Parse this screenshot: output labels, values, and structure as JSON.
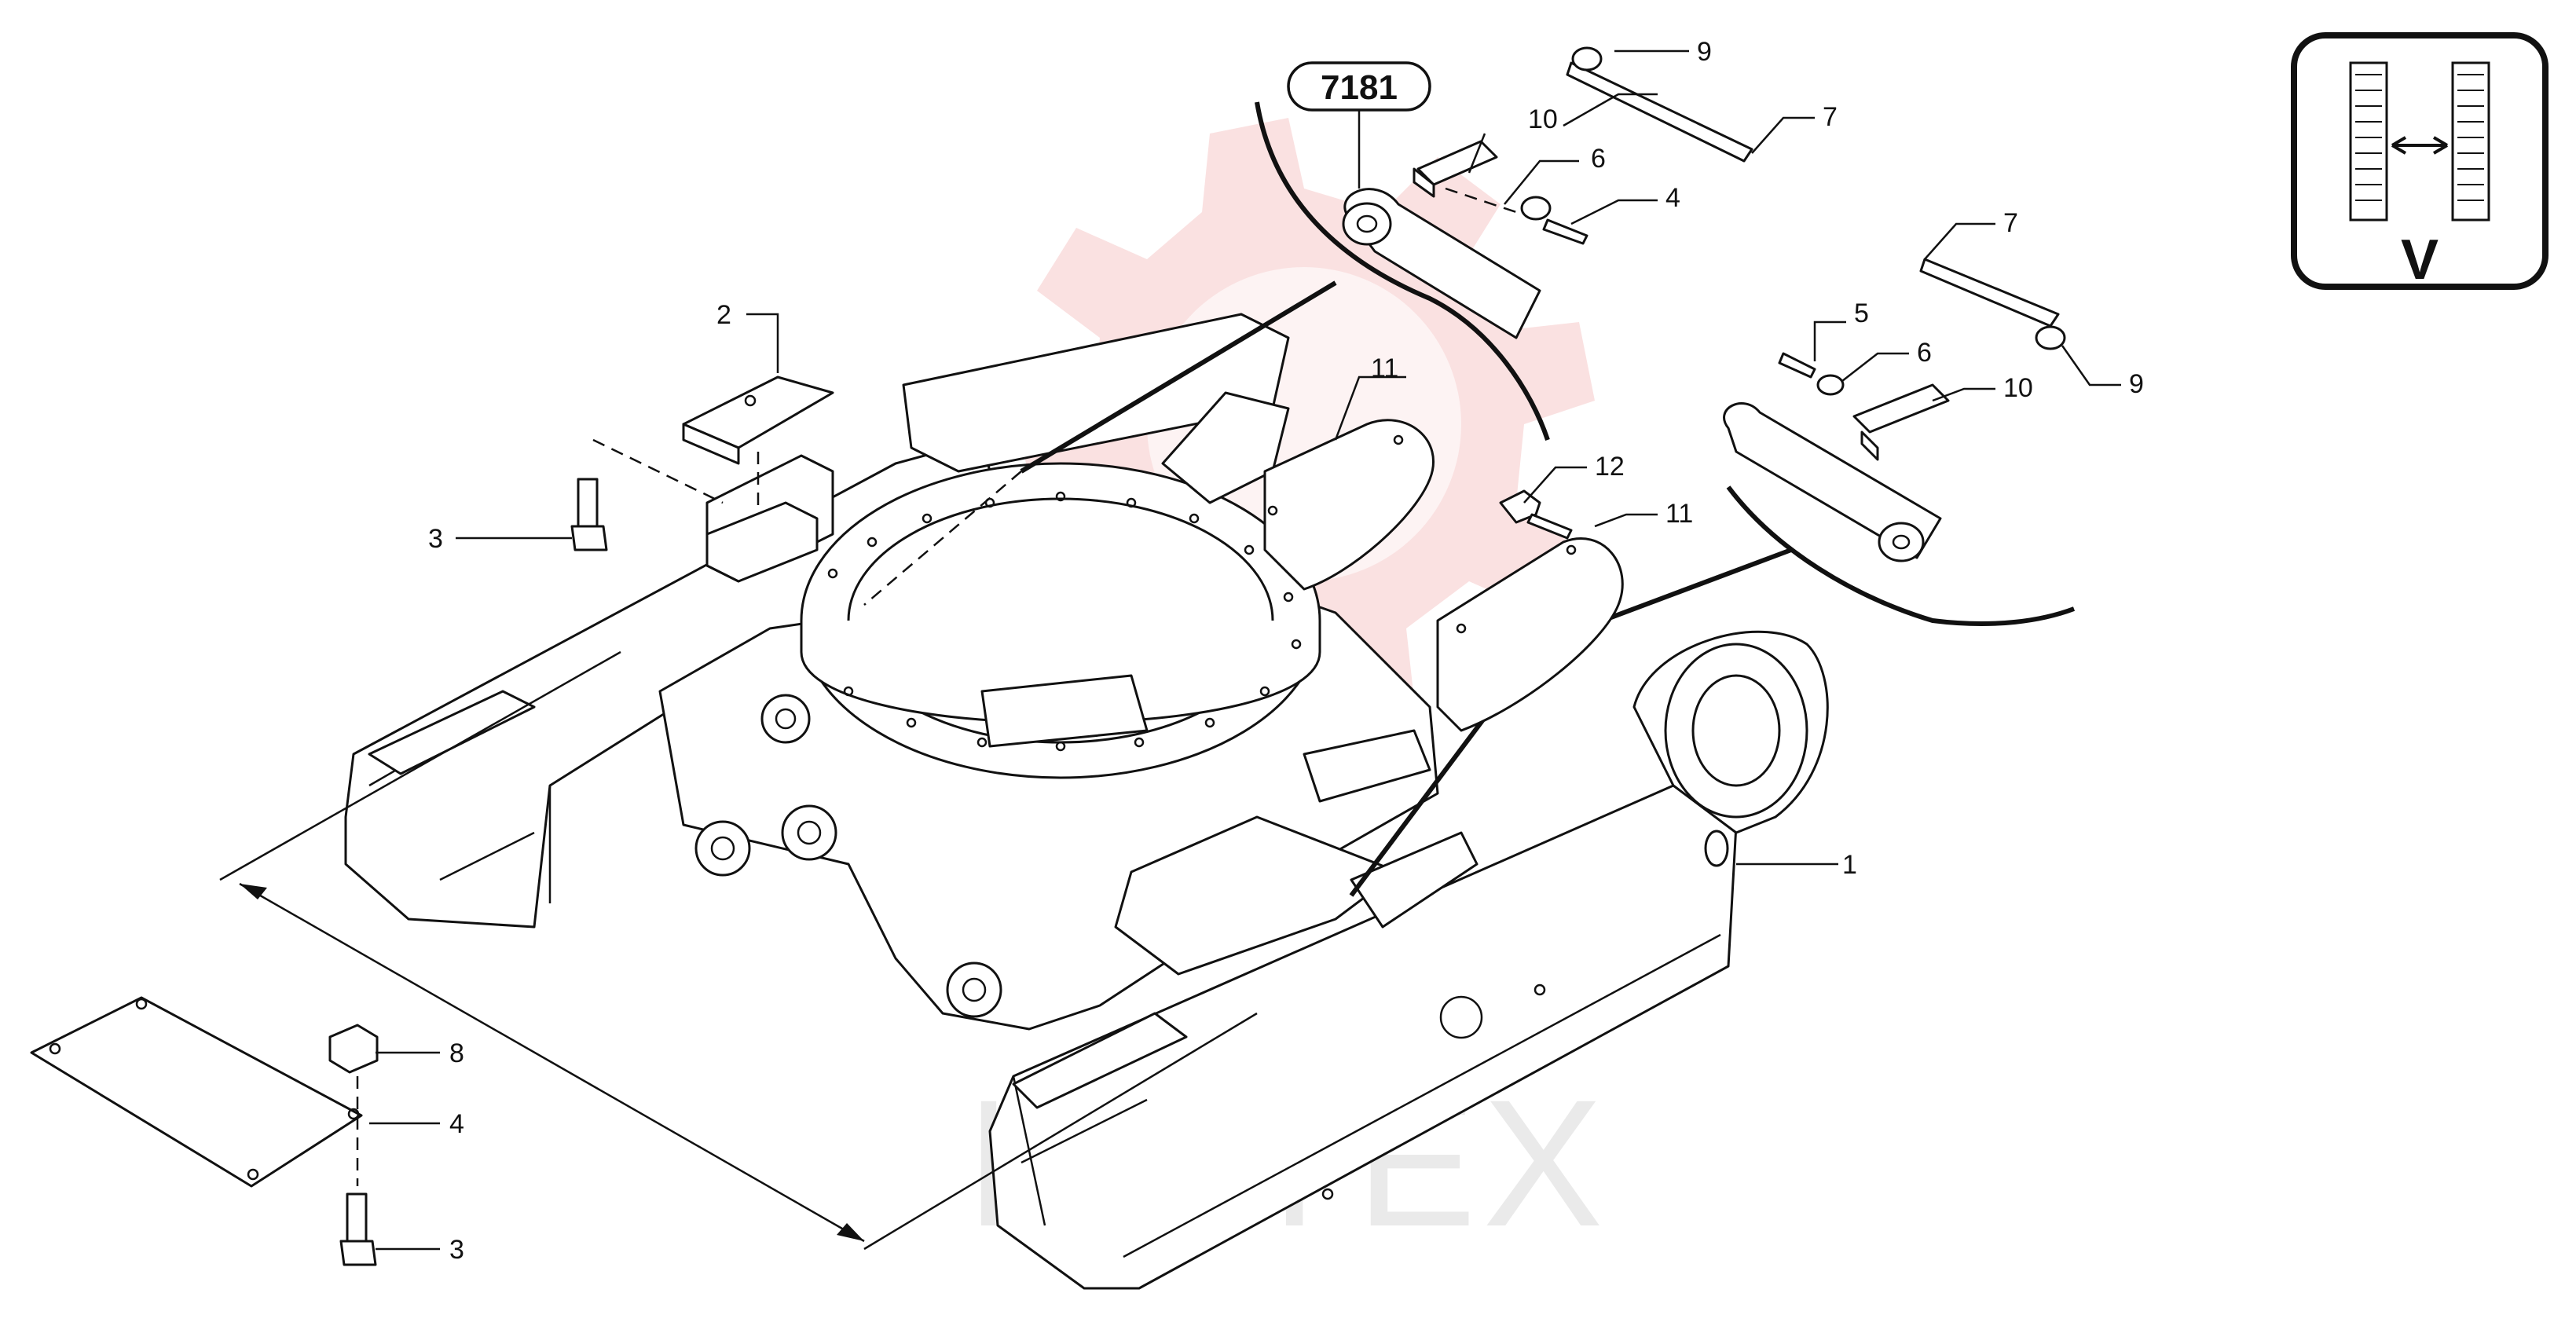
{
  "reference": {
    "label": "7181"
  },
  "symbol": {
    "label": "V"
  },
  "watermark": {
    "text": "ИНТЕХ",
    "icon": "gear-logo"
  },
  "callouts": [
    {
      "id": "c1",
      "label": "1"
    },
    {
      "id": "c2",
      "label": "2"
    },
    {
      "id": "c3a",
      "label": "3"
    },
    {
      "id": "c3b",
      "label": "3"
    },
    {
      "id": "c4a",
      "label": "4"
    },
    {
      "id": "c4b",
      "label": "4"
    },
    {
      "id": "c5",
      "label": "5"
    },
    {
      "id": "c6a",
      "label": "6"
    },
    {
      "id": "c6b",
      "label": "6"
    },
    {
      "id": "c7a",
      "label": "7"
    },
    {
      "id": "c7b",
      "label": "7"
    },
    {
      "id": "c8",
      "label": "8"
    },
    {
      "id": "c9a",
      "label": "9"
    },
    {
      "id": "c9b",
      "label": "9"
    },
    {
      "id": "c10a",
      "label": "10"
    },
    {
      "id": "c10b",
      "label": "10"
    },
    {
      "id": "c11a",
      "label": "11"
    },
    {
      "id": "c11b",
      "label": "11"
    },
    {
      "id": "c12",
      "label": "12"
    }
  ]
}
